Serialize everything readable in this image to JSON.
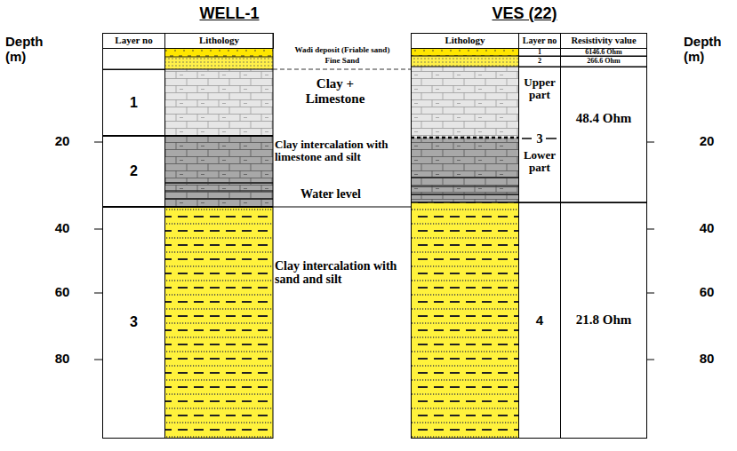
{
  "diagram": {
    "nodes": [
      {
        "text": [
          "Layer no"
        ]
      },
      {
        "text": [
          "Lithology"
        ]
      },
      {
        "text": [
          "1"
        ]
      },
      {
        "text": [
          "2"
        ]
      },
      {
        "text": [
          "3"
        ]
      },
      {
        "text": [
          "Lithology"
        ]
      },
      {
        "text": [
          "Layer no"
        ]
      },
      {
        "text": [
          "Resistivity value"
        ]
      },
      {
        "text": [
          "1"
        ]
      },
      {
        "text": [
          "6146.6 Ohm"
        ]
      },
      {
        "text": [
          "2"
        ]
      },
      {
        "text": [
          "266.6 Ohm"
        ]
      },
      {
        "text": [
          "Upper part",
          "3",
          "Lower part"
        ]
      },
      {
        "text": [
          "48.4 Ohm"
        ]
      },
      {
        "text": [
          "4"
        ]
      },
      {
        "text": [
          "21.8 Ohm"
        ]
      }
    ],
    "labels": [
      "WELL-1",
      "VES (22)",
      "Depth (m)",
      "20",
      "40",
      "60",
      "80",
      "Wadi deposit (Friable sand)",
      "Fine Sand",
      "Clay + Limestone",
      "Clay intercalation with limestone and silt",
      "Water level",
      "Clay intercalation with sand and silt",
      "Depth (m)",
      "20",
      "40",
      "60",
      "80"
    ]
  }
}
